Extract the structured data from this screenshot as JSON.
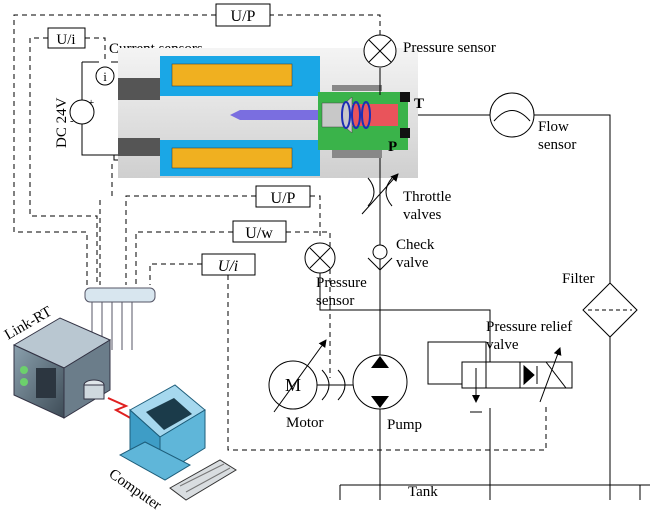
{
  "labels": {
    "up_top": "U/P",
    "ui_top": "U/i",
    "current_sensors": "Current sensors",
    "current_symbol": "i",
    "dc_supply": "DC 24V",
    "dc_plus": "+",
    "dc_minus": "-",
    "pressure_sensor_top": "Pressure sensor",
    "port_t": "T",
    "port_p": "P",
    "flow_sensor": "Flow sensor",
    "up_mid": "U/P",
    "uw": "U/w",
    "ui_mid": "U/i",
    "throttle_valves": "Throttle valves",
    "check_valve": "Check valve",
    "pressure_sensor_mid": "Pressure sensor",
    "filter": "Filter",
    "link_rt": "Link-RT",
    "pressure_relief_valve": "Pressure relief valve",
    "motor_symbol": "M",
    "motor": "Motor",
    "pump": "Pump",
    "computer": "Computer",
    "tank": "Tank"
  },
  "colors": {
    "solenoid_housing": "#1aa7e6",
    "coil": "#f0b020",
    "spool_body": "#3ab34a",
    "valve_core": "#e9545b",
    "pushrod": "#7a6ee0",
    "sleeve": "#e8e8e8",
    "computer_body": "#5fb6d9",
    "link_rt_body": "#5a6b78",
    "signal_cable": "#e02020"
  },
  "icons": [
    "pressure-gauge-icon",
    "flow-meter-icon",
    "filter-icon",
    "motor-icon",
    "pump-icon",
    "computer-icon",
    "link-rt-icon",
    "check-valve-icon",
    "throttle-valve-icon",
    "relief-valve-icon"
  ]
}
